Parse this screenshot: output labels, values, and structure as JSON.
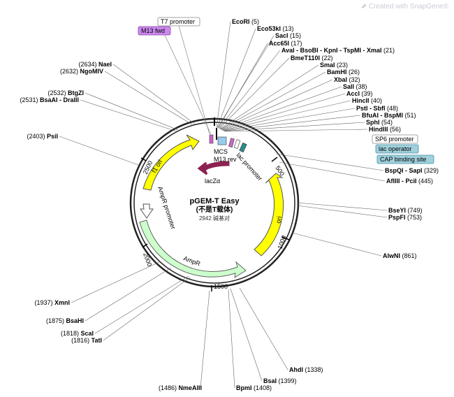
{
  "watermark": {
    "prefix": "Created with",
    "brand": "SnapGene",
    "mark": "®"
  },
  "plasmid": {
    "name": "pGEM-T Easy",
    "subtitle": "(不是T载体)",
    "size_label": "2942 碱基对",
    "length": 2942
  },
  "scale_labels": [
    "500",
    "1000",
    "1500",
    "2000",
    "2500"
  ],
  "features": {
    "f1_ori": "f1 ori",
    "ori": "ori",
    "ampr": "AmpR",
    "ampr_promoter": "AmpR promoter",
    "lacz": "lacZα",
    "mcs": "MCS",
    "m13rev": "M13 rev",
    "lac_promoter": "lac promoter"
  },
  "boxed_labels": {
    "t7": "T7 promoter",
    "m13fwd": "M13 fwd",
    "sp6": "SP6 promoter",
    "lac_operator": "lac operator",
    "cap": "CAP binding site"
  },
  "sites_right": [
    {
      "name": "EcoRI",
      "pos": "(5)"
    },
    {
      "name": "Eco53kI",
      "pos": "(13)"
    },
    {
      "name": "SacI",
      "pos": "(15)"
    },
    {
      "name": "Acc65I",
      "pos": "(17)"
    },
    {
      "name": "AvaI - BsoBI - KpnI - TspMI - XmaI",
      "pos": "(21)"
    },
    {
      "name": "BmeT110I",
      "pos": "(22)"
    },
    {
      "name": "SmaI",
      "pos": "(23)"
    },
    {
      "name": "BamHI",
      "pos": "(26)"
    },
    {
      "name": "XbaI",
      "pos": "(32)"
    },
    {
      "name": "SalI",
      "pos": "(38)"
    },
    {
      "name": "AccI",
      "pos": "(39)"
    },
    {
      "name": "HincII",
      "pos": "(40)"
    },
    {
      "name": "PstI - SbfI",
      "pos": "(48)"
    },
    {
      "name": "BfuAI - BspMI",
      "pos": "(51)"
    },
    {
      "name": "SphI",
      "pos": "(54)"
    },
    {
      "name": "HindIII",
      "pos": "(56)"
    }
  ],
  "sites_right2": [
    {
      "name": "BspQI - SapI",
      "pos": "(329)"
    },
    {
      "name": "AflIII - PciI",
      "pos": "(445)"
    },
    {
      "name": "BseYI",
      "pos": "(749)"
    },
    {
      "name": "PspFI",
      "pos": "(753)"
    },
    {
      "name": "AlwNI",
      "pos": "(861)"
    }
  ],
  "sites_bottom": [
    {
      "name": "AhdI",
      "pos": "(1338)"
    },
    {
      "name": "BsaI",
      "pos": "(1399)"
    },
    {
      "name": "BpmI",
      "pos": "(1408)"
    },
    {
      "name": "NmeAIII",
      "pos": "(1486)"
    }
  ],
  "sites_left": [
    {
      "name": "NaeI",
      "pos": "(2634)"
    },
    {
      "name": "NgoMIV",
      "pos": "(2632)"
    },
    {
      "name": "BtgZI",
      "pos": "(2532)"
    },
    {
      "name": "BsaAI - DraIII",
      "pos": "(2531)"
    },
    {
      "name": "PsiI",
      "pos": "(2403)"
    },
    {
      "name": "XmnI",
      "pos": "(1937)"
    },
    {
      "name": "BsaHI",
      "pos": "(1875)"
    },
    {
      "name": "ScaI",
      "pos": "(1818)"
    },
    {
      "name": "TatI",
      "pos": "(1816)"
    }
  ],
  "colors": {
    "yellow": "#ffff00",
    "green_fill": "#ccffcc",
    "lacz": "#8b2252",
    "box_purple": "#cc88ee",
    "box_teal": "#9fd0dc"
  }
}
